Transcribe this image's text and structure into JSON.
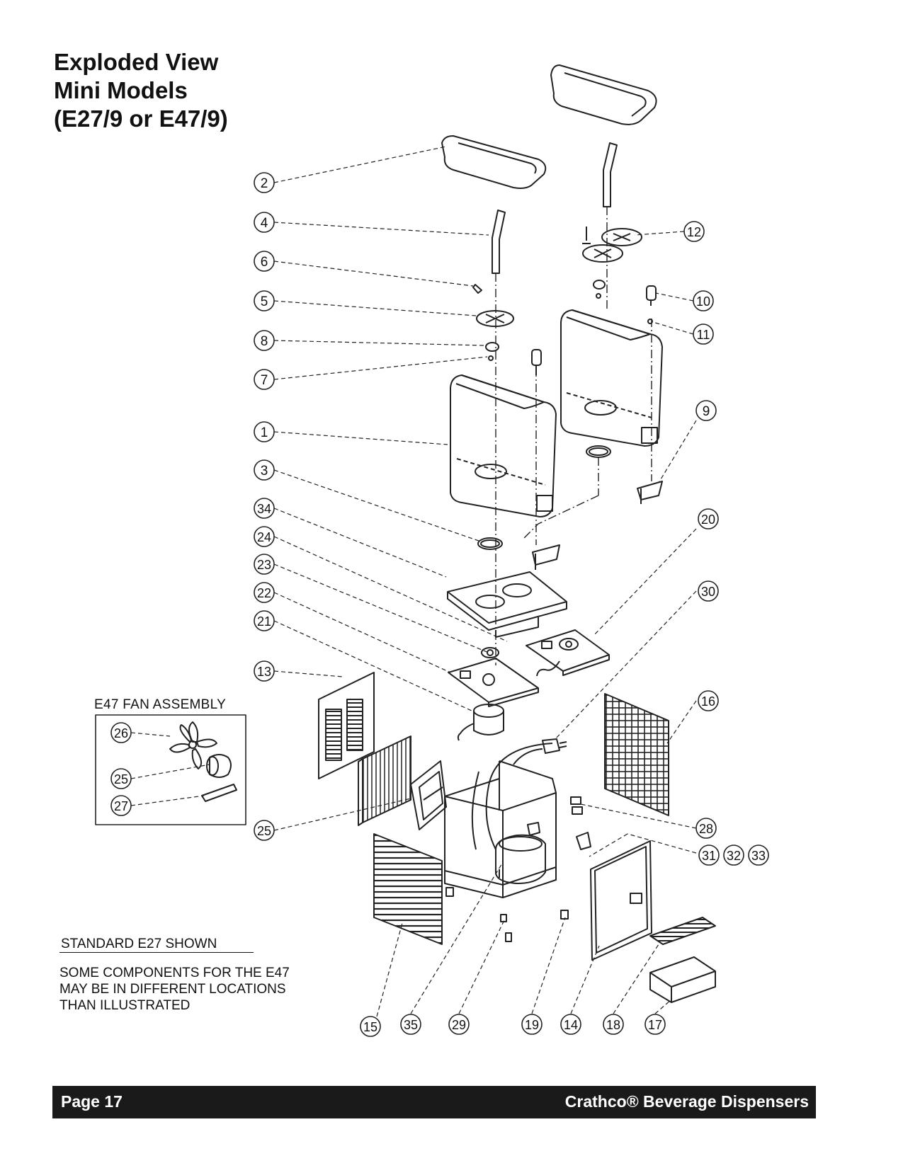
{
  "title": {
    "line1": "Exploded View",
    "line2": "Mini Models",
    "line3": "(E27/9 or E47/9)"
  },
  "fan_assembly": {
    "label": "E47 FAN ASSEMBLY",
    "callouts": [
      "26",
      "25",
      "27"
    ]
  },
  "notes": {
    "standard": "STANDARD E27 SHOWN",
    "line1": "SOME COMPONENTS FOR THE E47",
    "line2": "MAY BE IN DIFFERENT LOCATIONS",
    "line3": "THAN ILLUSTRATED"
  },
  "callouts": {
    "c2": "2",
    "c4": "4",
    "c6": "6",
    "c5": "5",
    "c8": "8",
    "c7": "7",
    "c1": "1",
    "c3": "3",
    "c34": "34",
    "c24": "24",
    "c23": "23",
    "c22": "22",
    "c21": "21",
    "c13": "13",
    "c25": "25",
    "c12": "12",
    "c10": "10",
    "c11": "11",
    "c9": "9",
    "c20": "20",
    "c30": "30",
    "c16": "16",
    "c28": "28",
    "c31": "31",
    "c32": "32",
    "c33": "33",
    "c15": "15",
    "c35": "35",
    "c29": "29",
    "c19": "19",
    "c14": "14",
    "c18": "18",
    "c17": "17"
  },
  "footer": {
    "page": "Page 17",
    "brand": "Crathco® Beverage Dispensers"
  }
}
